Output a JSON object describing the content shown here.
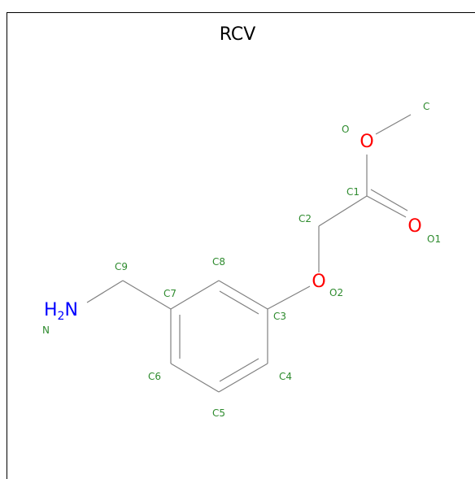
{
  "title": "RCV",
  "atoms": {
    "O_ester": "O",
    "O_carbonyl": "O",
    "O_ether": "O",
    "N_amine": "N",
    "H_symbol": "H",
    "H_subscript": "2"
  },
  "labels": {
    "c_methyl": "C",
    "o_ester": "O",
    "c1": "C1",
    "o1": "O1",
    "c2": "C2",
    "o2": "O2",
    "c3": "C3",
    "c4": "C4",
    "c5": "C5",
    "c6": "C6",
    "c7": "C7",
    "c8": "C8",
    "c9": "C9",
    "n": "N"
  },
  "colors": {
    "bond": "#808080",
    "label": "#2e8b2e",
    "oxygen": "#ff0000",
    "nitrogen": "#0000ff"
  }
}
